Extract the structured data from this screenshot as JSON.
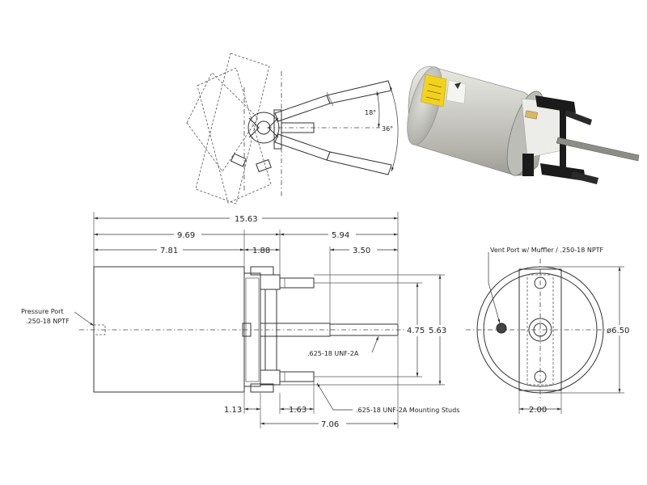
{
  "swing_view": {
    "angle_small": "18°",
    "angle_large": "36°"
  },
  "side_view": {
    "dims": {
      "overall": "15.63",
      "body_plus_flange": "9.69",
      "body": "7.81",
      "flange": "1.88",
      "stud_run": "5.94",
      "rod_run": "3.50",
      "stud_spacing": "4.75",
      "height": "5.63",
      "flange_offset": "1.13",
      "stud_offset": "1.63",
      "stud_total": "7.06"
    },
    "labels": {
      "pressure_port_1": "Pressure Port",
      "pressure_port_2": ".250-18 NPTF",
      "rod_thread": ".625-18 UNF-2A",
      "mounting_studs": ".625-18 UNF-2A Mounting Studs"
    }
  },
  "end_view": {
    "vent_port": "Vent Port w/ Muffler / .250-18 NPTF",
    "diameter": "ø6.50",
    "width": "2.00"
  },
  "photo": {
    "label_color": "#f2d21b",
    "body_color": "#c9c9c4",
    "bracket_color": "#1b1b1b"
  }
}
